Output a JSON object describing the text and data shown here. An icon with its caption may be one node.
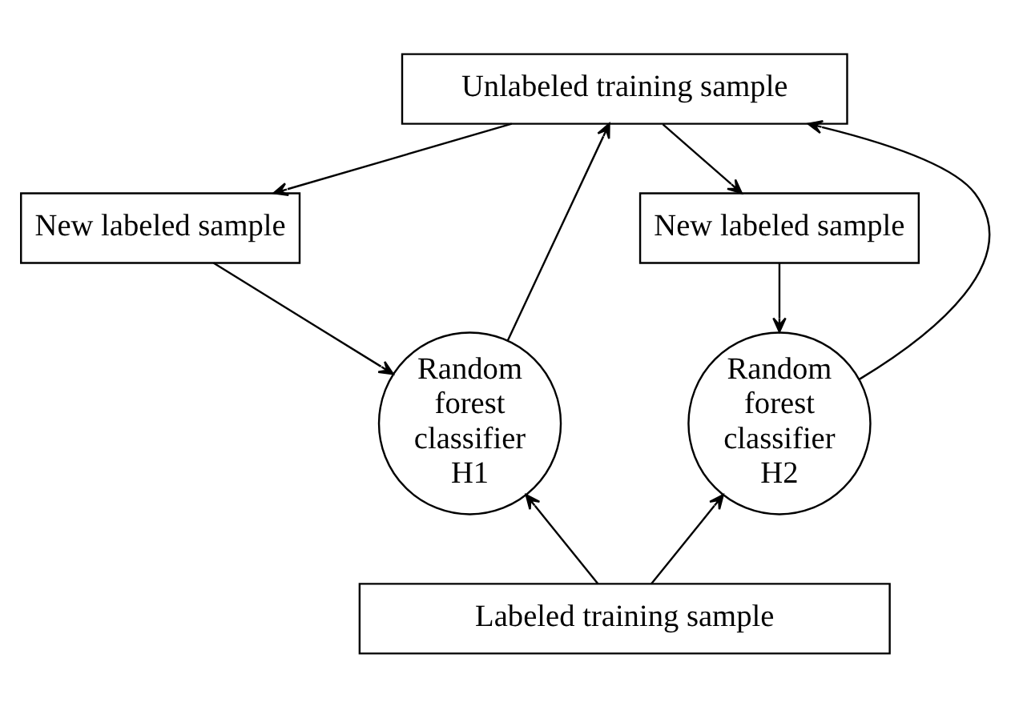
{
  "diagram": {
    "nodes": [
      {
        "text": [
          "Unlabeled training sample"
        ]
      },
      {
        "text": [
          "New labeled sample"
        ]
      },
      {
        "text": [
          "New labeled sample"
        ]
      },
      {
        "text": [
          "Random forest classifier H1"
        ]
      },
      {
        "text": [
          "Random forest classifier H2"
        ]
      },
      {
        "text": [
          "Labeled training sample"
        ]
      }
    ],
    "edges": [
      {
        "from": 0,
        "to": 1,
        "arrow": "to"
      },
      {
        "from": 0,
        "to": 2,
        "arrow": "to"
      },
      {
        "from": 3,
        "to": 0,
        "arrow": "to"
      },
      {
        "from": 4,
        "to": 0,
        "arrow": "to"
      },
      {
        "from": 1,
        "to": 3,
        "arrow": "to"
      },
      {
        "from": 2,
        "to": 4,
        "arrow": "to"
      },
      {
        "from": 5,
        "to": 3,
        "arrow": "to"
      },
      {
        "from": 5,
        "to": 4,
        "arrow": "to"
      }
    ]
  }
}
